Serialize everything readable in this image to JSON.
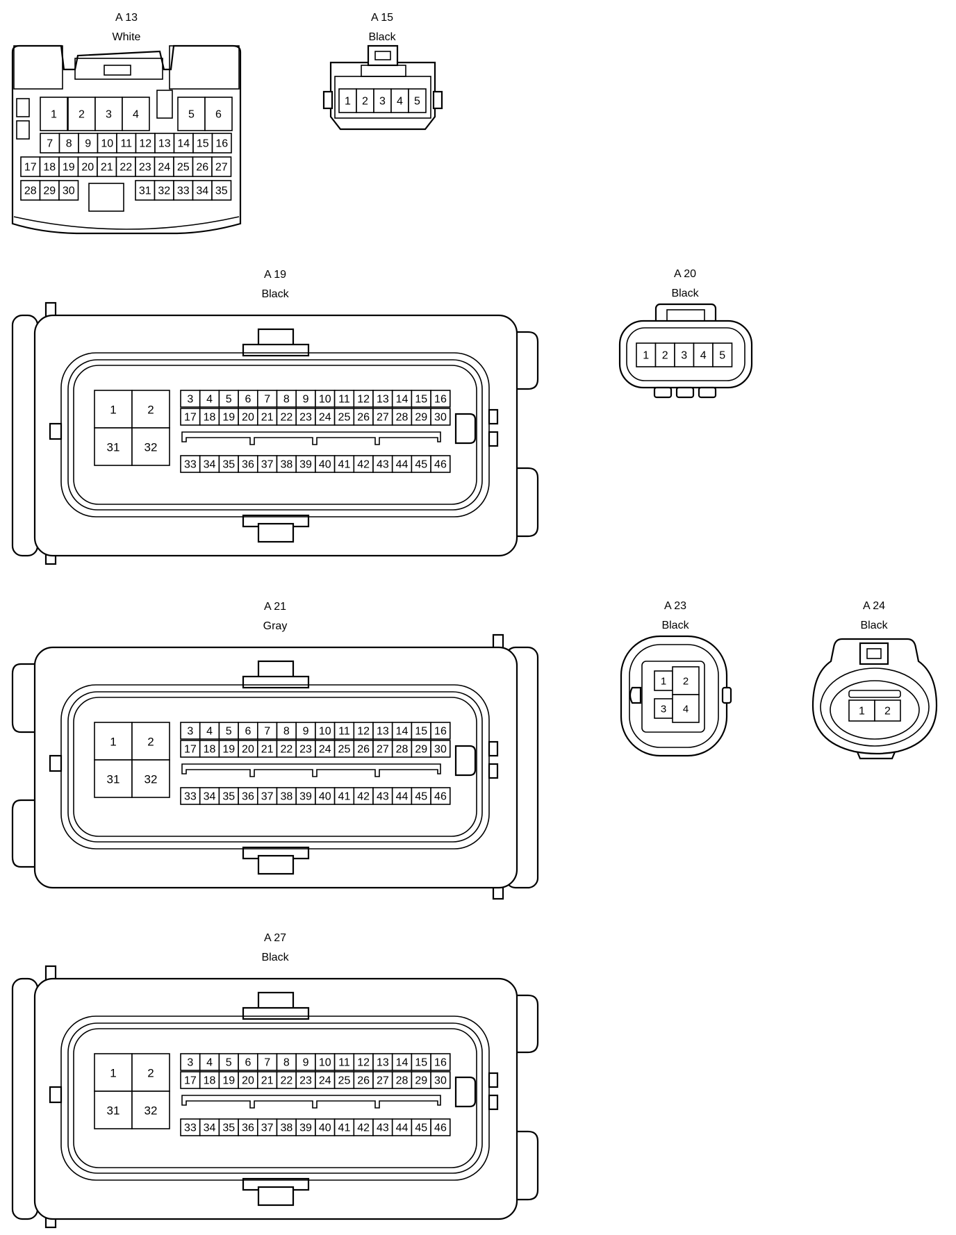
{
  "connectors": [
    {
      "id": "a13",
      "code": "A 13",
      "color": "White",
      "type": "a13",
      "rows": [
        [
          "1",
          "2",
          "3",
          "4",
          "5",
          "6"
        ],
        [
          "7",
          "8",
          "9",
          "10",
          "11",
          "12",
          "13",
          "14",
          "15",
          "16"
        ],
        [
          "17",
          "18",
          "19",
          "20",
          "21",
          "22",
          "23",
          "24",
          "25",
          "26",
          "27"
        ],
        [
          "28",
          "29",
          "30",
          "31",
          "32",
          "33",
          "34",
          "35"
        ]
      ]
    },
    {
      "id": "a15",
      "code": "A 15",
      "color": "Black",
      "type": "small5",
      "pins": [
        "1",
        "2",
        "3",
        "4",
        "5"
      ]
    },
    {
      "id": "a19",
      "code": "A 19",
      "color": "Black",
      "type": "ecu",
      "big": [
        "1",
        "2",
        "31",
        "32"
      ],
      "rows": [
        [
          "3",
          "4",
          "5",
          "6",
          "7",
          "8",
          "9",
          "10",
          "11",
          "12",
          "13",
          "14",
          "15",
          "16"
        ],
        [
          "17",
          "18",
          "19",
          "20",
          "21",
          "22",
          "23",
          "24",
          "25",
          "26",
          "27",
          "28",
          "29",
          "30"
        ],
        [
          "33",
          "34",
          "35",
          "36",
          "37",
          "38",
          "39",
          "40",
          "41",
          "42",
          "43",
          "44",
          "45",
          "46"
        ]
      ]
    },
    {
      "id": "a20",
      "code": "A 20",
      "color": "Black",
      "type": "round5",
      "pins": [
        "1",
        "2",
        "3",
        "4",
        "5"
      ]
    },
    {
      "id": "a21",
      "code": "A 21",
      "color": "Gray",
      "type": "ecu",
      "big": [
        "1",
        "2",
        "31",
        "32"
      ],
      "rows": [
        [
          "3",
          "4",
          "5",
          "6",
          "7",
          "8",
          "9",
          "10",
          "11",
          "12",
          "13",
          "14",
          "15",
          "16"
        ],
        [
          "17",
          "18",
          "19",
          "20",
          "21",
          "22",
          "23",
          "24",
          "25",
          "26",
          "27",
          "28",
          "29",
          "30"
        ],
        [
          "33",
          "34",
          "35",
          "36",
          "37",
          "38",
          "39",
          "40",
          "41",
          "42",
          "43",
          "44",
          "45",
          "46"
        ]
      ]
    },
    {
      "id": "a23",
      "code": "A 23",
      "color": "Black",
      "type": "quad",
      "pins": [
        "1",
        "2",
        "3",
        "4"
      ]
    },
    {
      "id": "a24",
      "code": "A 24",
      "color": "Black",
      "type": "round2",
      "pins": [
        "1",
        "2"
      ]
    },
    {
      "id": "a27",
      "code": "A 27",
      "color": "Black",
      "type": "ecu",
      "big": [
        "1",
        "2",
        "31",
        "32"
      ],
      "rows": [
        [
          "3",
          "4",
          "5",
          "6",
          "7",
          "8",
          "9",
          "10",
          "11",
          "12",
          "13",
          "14",
          "15",
          "16"
        ],
        [
          "17",
          "18",
          "19",
          "20",
          "21",
          "22",
          "23",
          "24",
          "25",
          "26",
          "27",
          "28",
          "29",
          "30"
        ],
        [
          "33",
          "34",
          "35",
          "36",
          "37",
          "38",
          "39",
          "40",
          "41",
          "42",
          "43",
          "44",
          "45",
          "46"
        ]
      ]
    }
  ]
}
